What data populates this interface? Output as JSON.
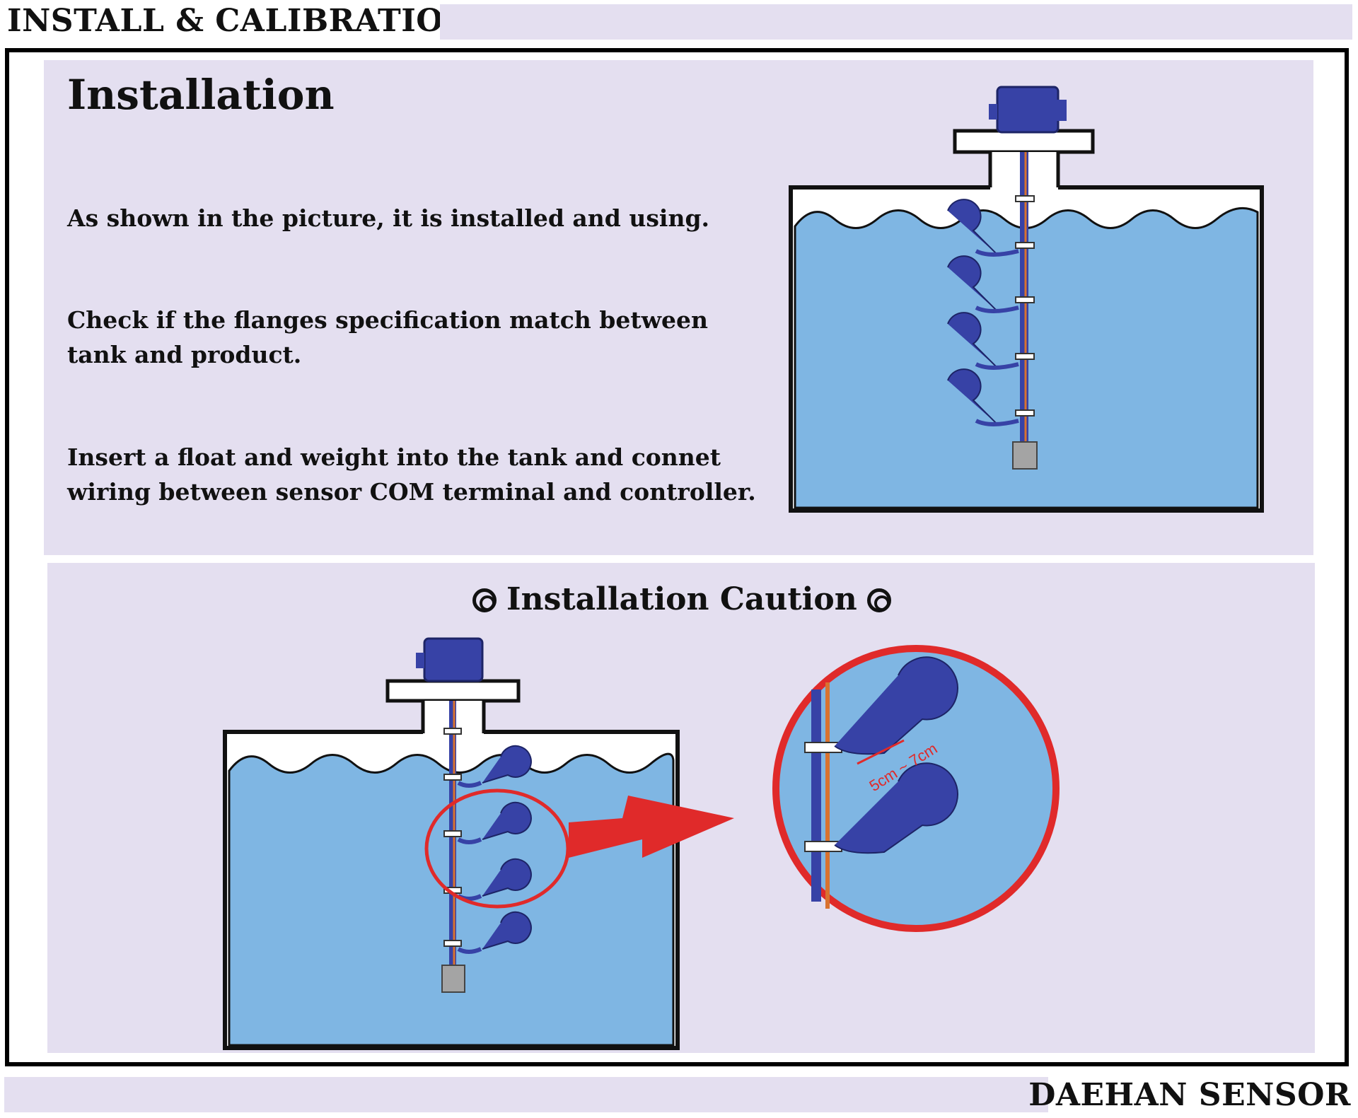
{
  "header": {
    "title": "INSTALL & CALIBRATION"
  },
  "installation": {
    "title": "Installation",
    "paragraphs": [
      "As shown in the picture, it is installed and using.",
      "Check if the flanges specification match between tank and product.",
      "Insert a float and weight into the tank and connet wiring between sensor COM terminal and controller."
    ]
  },
  "caution": {
    "title": "Installation Caution",
    "spacing_label": "5cm ~ 7cm"
  },
  "footer": {
    "brand": "DAEHAN SENSOR"
  },
  "colors": {
    "panel": "#e4dff0",
    "water": "#7fb6e3",
    "sensor_blue": "#3742a6",
    "highlight_red": "#e02a2a",
    "cable_orange": "#d9722f"
  }
}
